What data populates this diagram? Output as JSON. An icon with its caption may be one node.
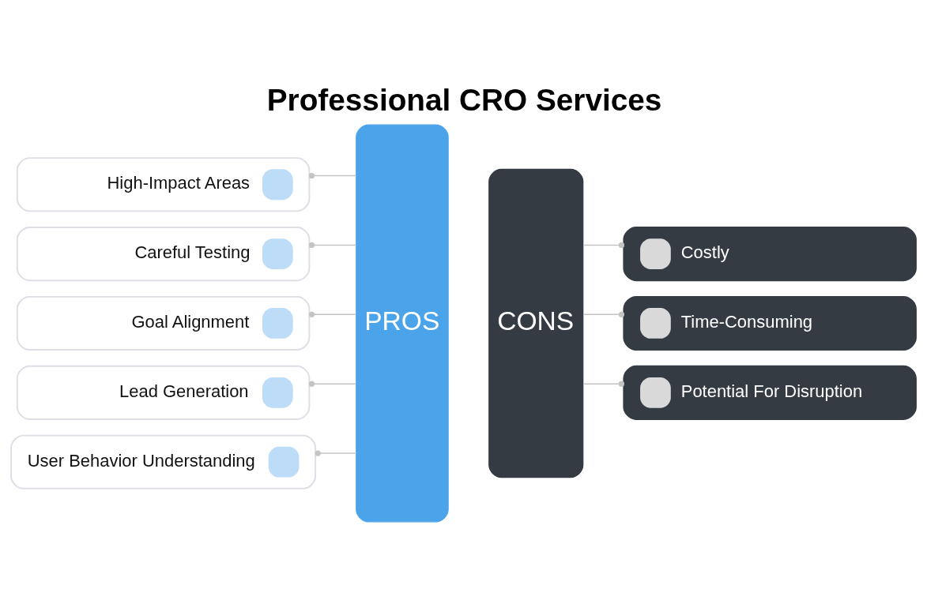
{
  "diagram": {
    "title": "Professional CRO Services",
    "nodes": [
      {
        "text": [
          "High-Impact Areas"
        ]
      },
      {
        "text": [
          "Careful Testing"
        ]
      },
      {
        "text": [
          "Goal Alignment"
        ]
      },
      {
        "text": [
          "Lead Generation"
        ]
      },
      {
        "text": [
          "User Behavior Understanding"
        ]
      },
      {
        "text": [
          "PROS"
        ]
      },
      {
        "text": [
          "CONS"
        ]
      },
      {
        "text": [
          "Costly"
        ]
      },
      {
        "text": [
          "Time-Consuming"
        ]
      },
      {
        "text": [
          "Potential For Disruption"
        ]
      }
    ],
    "edges": [
      {
        "from": 0,
        "to": 5,
        "arrow": "other"
      },
      {
        "from": 1,
        "to": 5,
        "arrow": "other"
      },
      {
        "from": 2,
        "to": 5,
        "arrow": "other"
      },
      {
        "from": 3,
        "to": 5,
        "arrow": "other"
      },
      {
        "from": 4,
        "to": 5,
        "arrow": "other"
      },
      {
        "from": 7,
        "to": 6,
        "arrow": "other"
      },
      {
        "from": 8,
        "to": 6,
        "arrow": "other"
      },
      {
        "from": 9,
        "to": 6,
        "arrow": "other"
      }
    ]
  }
}
